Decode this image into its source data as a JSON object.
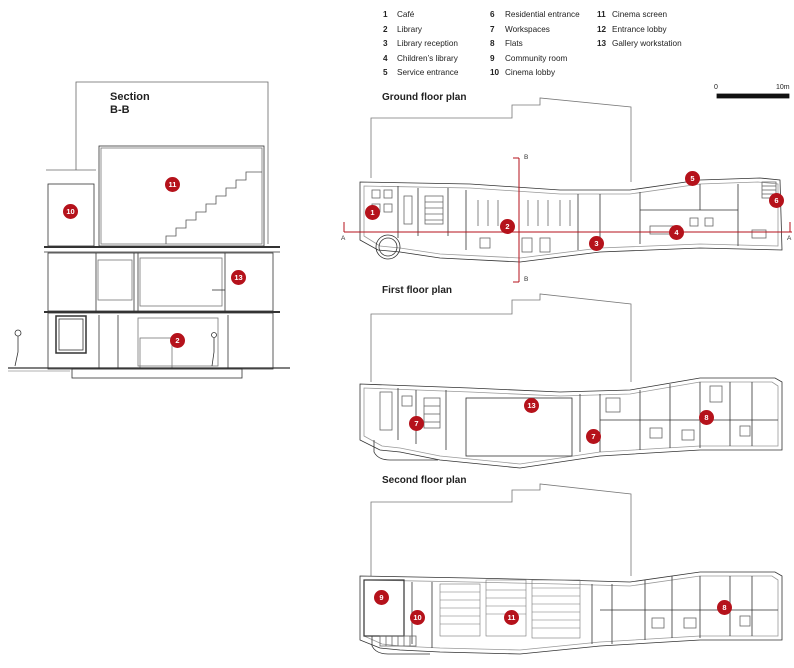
{
  "legend": [
    {
      "num": "1",
      "label": "Café"
    },
    {
      "num": "2",
      "label": "Library"
    },
    {
      "num": "3",
      "label": "Library reception"
    },
    {
      "num": "4",
      "label": "Children’s library"
    },
    {
      "num": "5",
      "label": "Service entrance"
    },
    {
      "num": "6",
      "label": "Residential entrance"
    },
    {
      "num": "7",
      "label": "Workspaces"
    },
    {
      "num": "8",
      "label": "Flats"
    },
    {
      "num": "9",
      "label": "Community room"
    },
    {
      "num": "10",
      "label": "Cinema lobby"
    },
    {
      "num": "11",
      "label": "Cinema screen"
    },
    {
      "num": "12",
      "label": "Entrance lobby"
    },
    {
      "num": "13",
      "label": "Gallery workstation"
    }
  ],
  "plans": {
    "ground": "Ground floor plan",
    "first": "First floor plan",
    "second": "Second floor plan"
  },
  "section": {
    "line1": "Section",
    "line2": "B-B"
  },
  "scale": {
    "min": "0",
    "max": "10m"
  },
  "section_cut": {
    "a": "A",
    "b": "B"
  },
  "colors": {
    "marker": "#b5121b",
    "line": "#333333",
    "light": "#888888"
  }
}
